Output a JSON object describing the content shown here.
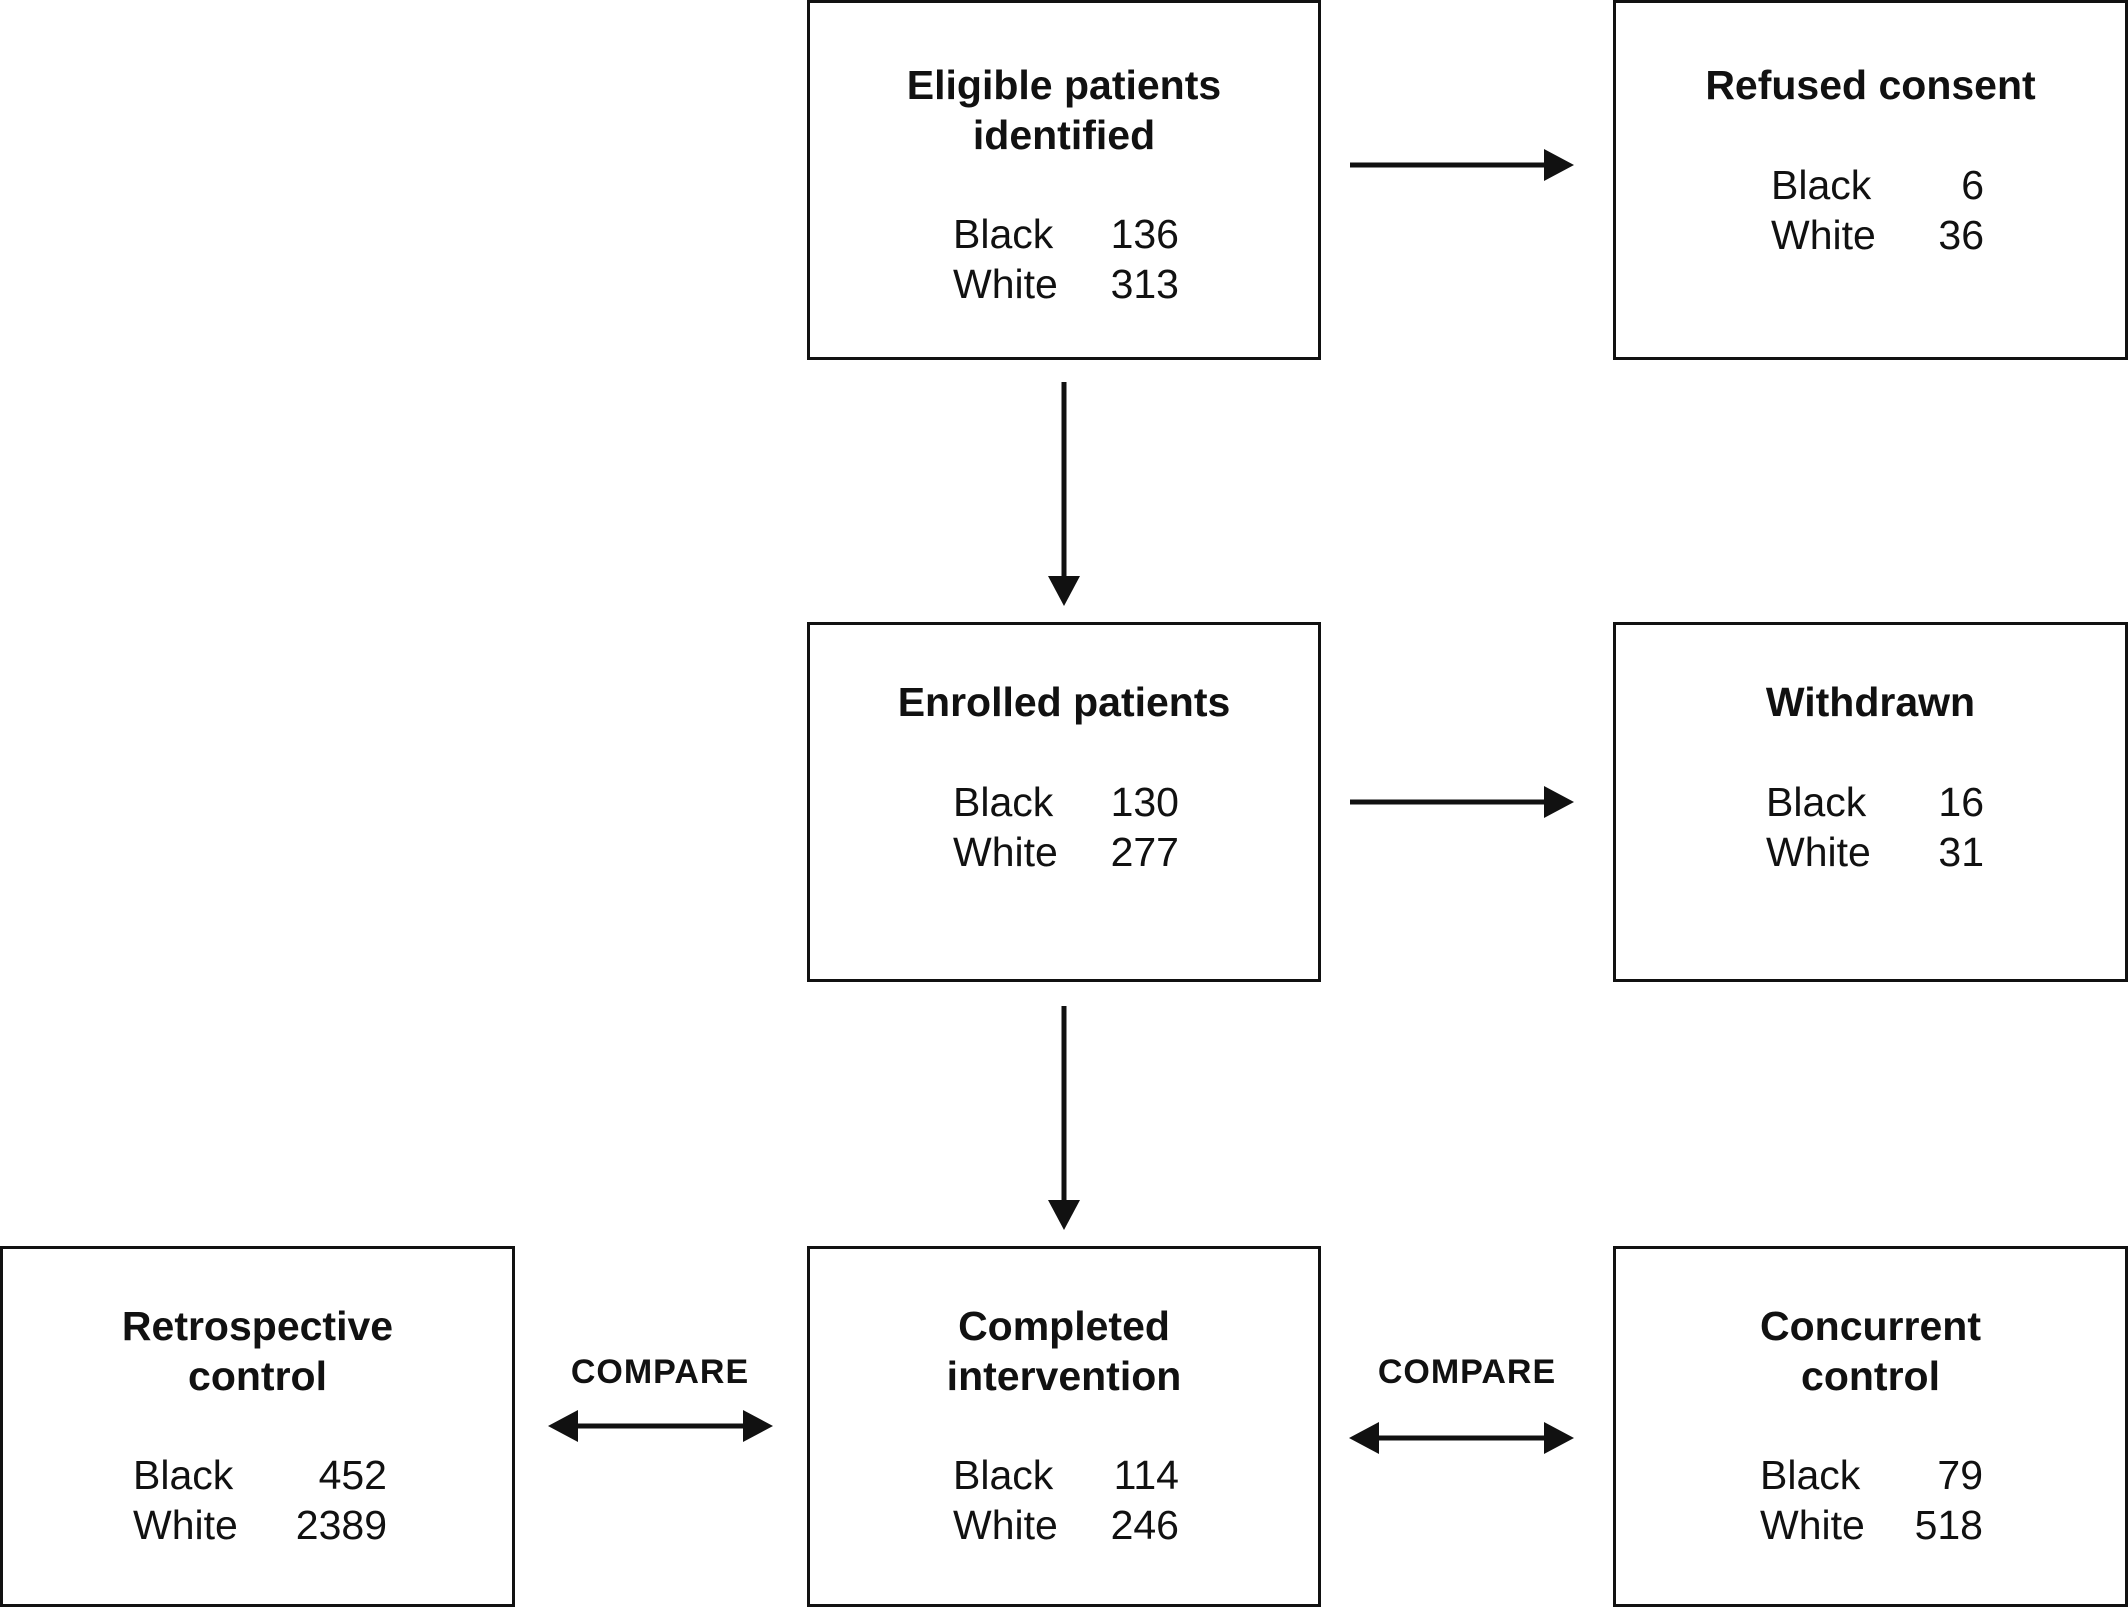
{
  "boxes": {
    "eligible": {
      "title_line1": "Eligible patients",
      "title_line2": "identified",
      "rows": [
        {
          "label": "Black",
          "value": "136"
        },
        {
          "label": "White",
          "value": "313"
        }
      ]
    },
    "refused": {
      "title_line1": "Refused consent",
      "rows": [
        {
          "label": "Black",
          "value": "6"
        },
        {
          "label": "White",
          "value": "36"
        }
      ]
    },
    "enrolled": {
      "title_line1": "Enrolled patients",
      "rows": [
        {
          "label": "Black",
          "value": "130"
        },
        {
          "label": "White",
          "value": "277"
        }
      ]
    },
    "withdrawn": {
      "title_line1": "Withdrawn",
      "rows": [
        {
          "label": "Black",
          "value": "16"
        },
        {
          "label": "White",
          "value": "31"
        }
      ]
    },
    "retrospective": {
      "title_line1": "Retrospective",
      "title_line2": "control",
      "rows": [
        {
          "label": "Black",
          "value": "452"
        },
        {
          "label": "White",
          "value": "2389"
        }
      ]
    },
    "completed": {
      "title_line1": "Completed",
      "title_line2": "intervention",
      "rows": [
        {
          "label": "Black",
          "value": "114"
        },
        {
          "label": "White",
          "value": "246"
        }
      ]
    },
    "concurrent": {
      "title_line1": "Concurrent",
      "title_line2": "control",
      "rows": [
        {
          "label": "Black",
          "value": "79"
        },
        {
          "label": "White",
          "value": "518"
        }
      ]
    }
  },
  "compare_labels": {
    "left": "COMPARE",
    "right": "COMPARE"
  }
}
